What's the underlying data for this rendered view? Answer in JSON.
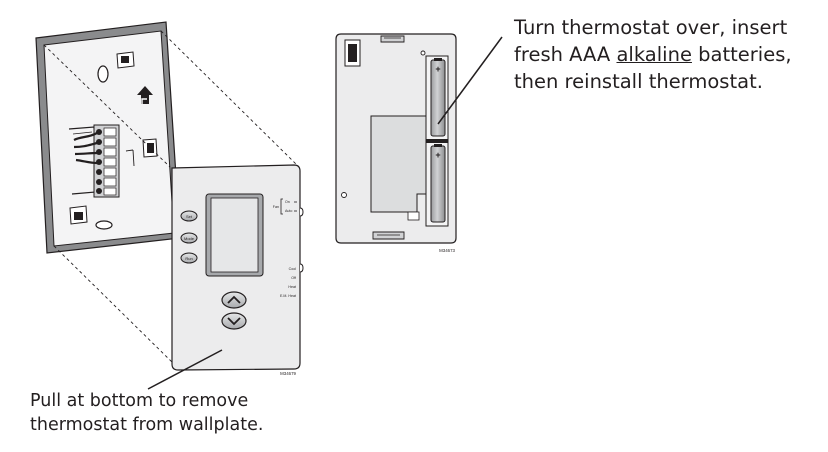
{
  "right_caption": {
    "line1": "Turn thermostat over, insert",
    "line2_pre": "fresh AAA ",
    "line2_underlined": "alkaline",
    "line2_post": " batteries,",
    "line3": "then reinstall thermostat."
  },
  "left_caption": {
    "line1": "Pull at bottom to remove",
    "line2": "thermostat from wallplate."
  },
  "figure_codes": {
    "front": "M34679",
    "back": "M34673"
  },
  "buttons": {
    "set": "Set",
    "mode": "Mode",
    "run": "Run"
  },
  "fan_switch": {
    "fan_label": "Fan",
    "on": "On",
    "auto": "Auto"
  },
  "system_switch": {
    "cool": "Cool",
    "off": "Off",
    "heat": "Heat",
    "em_heat": "E.M. Heat"
  },
  "battery_polarity": "+",
  "colors": {
    "line": "#231f20",
    "device_fill": "#ececed",
    "screen_fill": "#cfd0d2",
    "battery_fill": "#b9babc"
  }
}
